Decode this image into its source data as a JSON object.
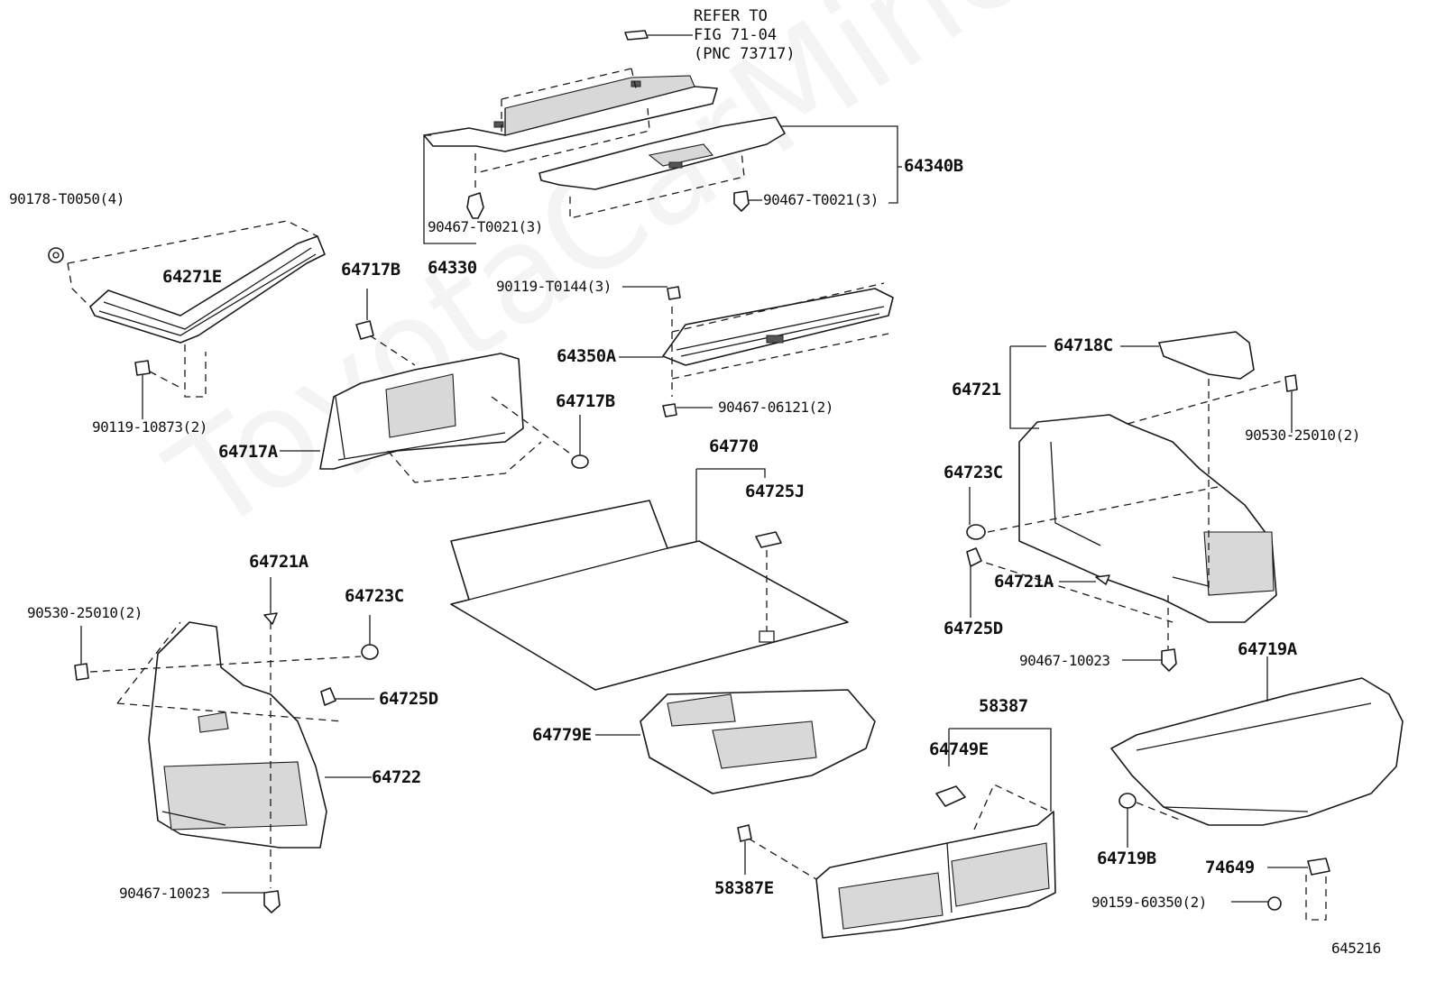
{
  "watermark": "ToyotaCarMine.ru",
  "refer_note": [
    "REFER TO",
    "FIG 71-04",
    "(PNC 73717)"
  ],
  "figure_code": "645216",
  "labels": {
    "p90178_T0050": "90178-T0050(4)",
    "p64271E": "64271E",
    "p90119_10873": "90119-10873(2)",
    "p64717B_top": "64717B",
    "p64717A": "64717A",
    "p64717B_right": "64717B",
    "p90467_T0021_left": "90467-T0021(3)",
    "p64330": "64330",
    "p90467_T0021_right": "90467-T0021(3)",
    "p64340B": "64340B",
    "p90119_T0144": "90119-T0144(3)",
    "p64350A": "64350A",
    "p90467_06121": "90467-06121(2)",
    "p64770": "64770",
    "p64725J": "64725J",
    "p64718C": "64718C",
    "p64721": "64721",
    "p90530_25010_right": "90530-25010(2)",
    "p64723C_right": "64723C",
    "p64721A_right": "64721A",
    "p64725D_right": "64725D",
    "p90467_10023_right": "90467-10023",
    "p64719A": "64719A",
    "p64719B": "64719B",
    "p74649": "74649",
    "p90159_60350": "90159-60350(2)",
    "p64721A_left": "64721A",
    "p90530_25010_left": "90530-25010(2)",
    "p64723C_left": "64723C",
    "p64725D_left": "64725D",
    "p64722": "64722",
    "p90467_10023_left": "90467-10023",
    "p64779E": "64779E",
    "p58387": "58387",
    "p64749E": "64749E",
    "p58387E": "58387E"
  }
}
